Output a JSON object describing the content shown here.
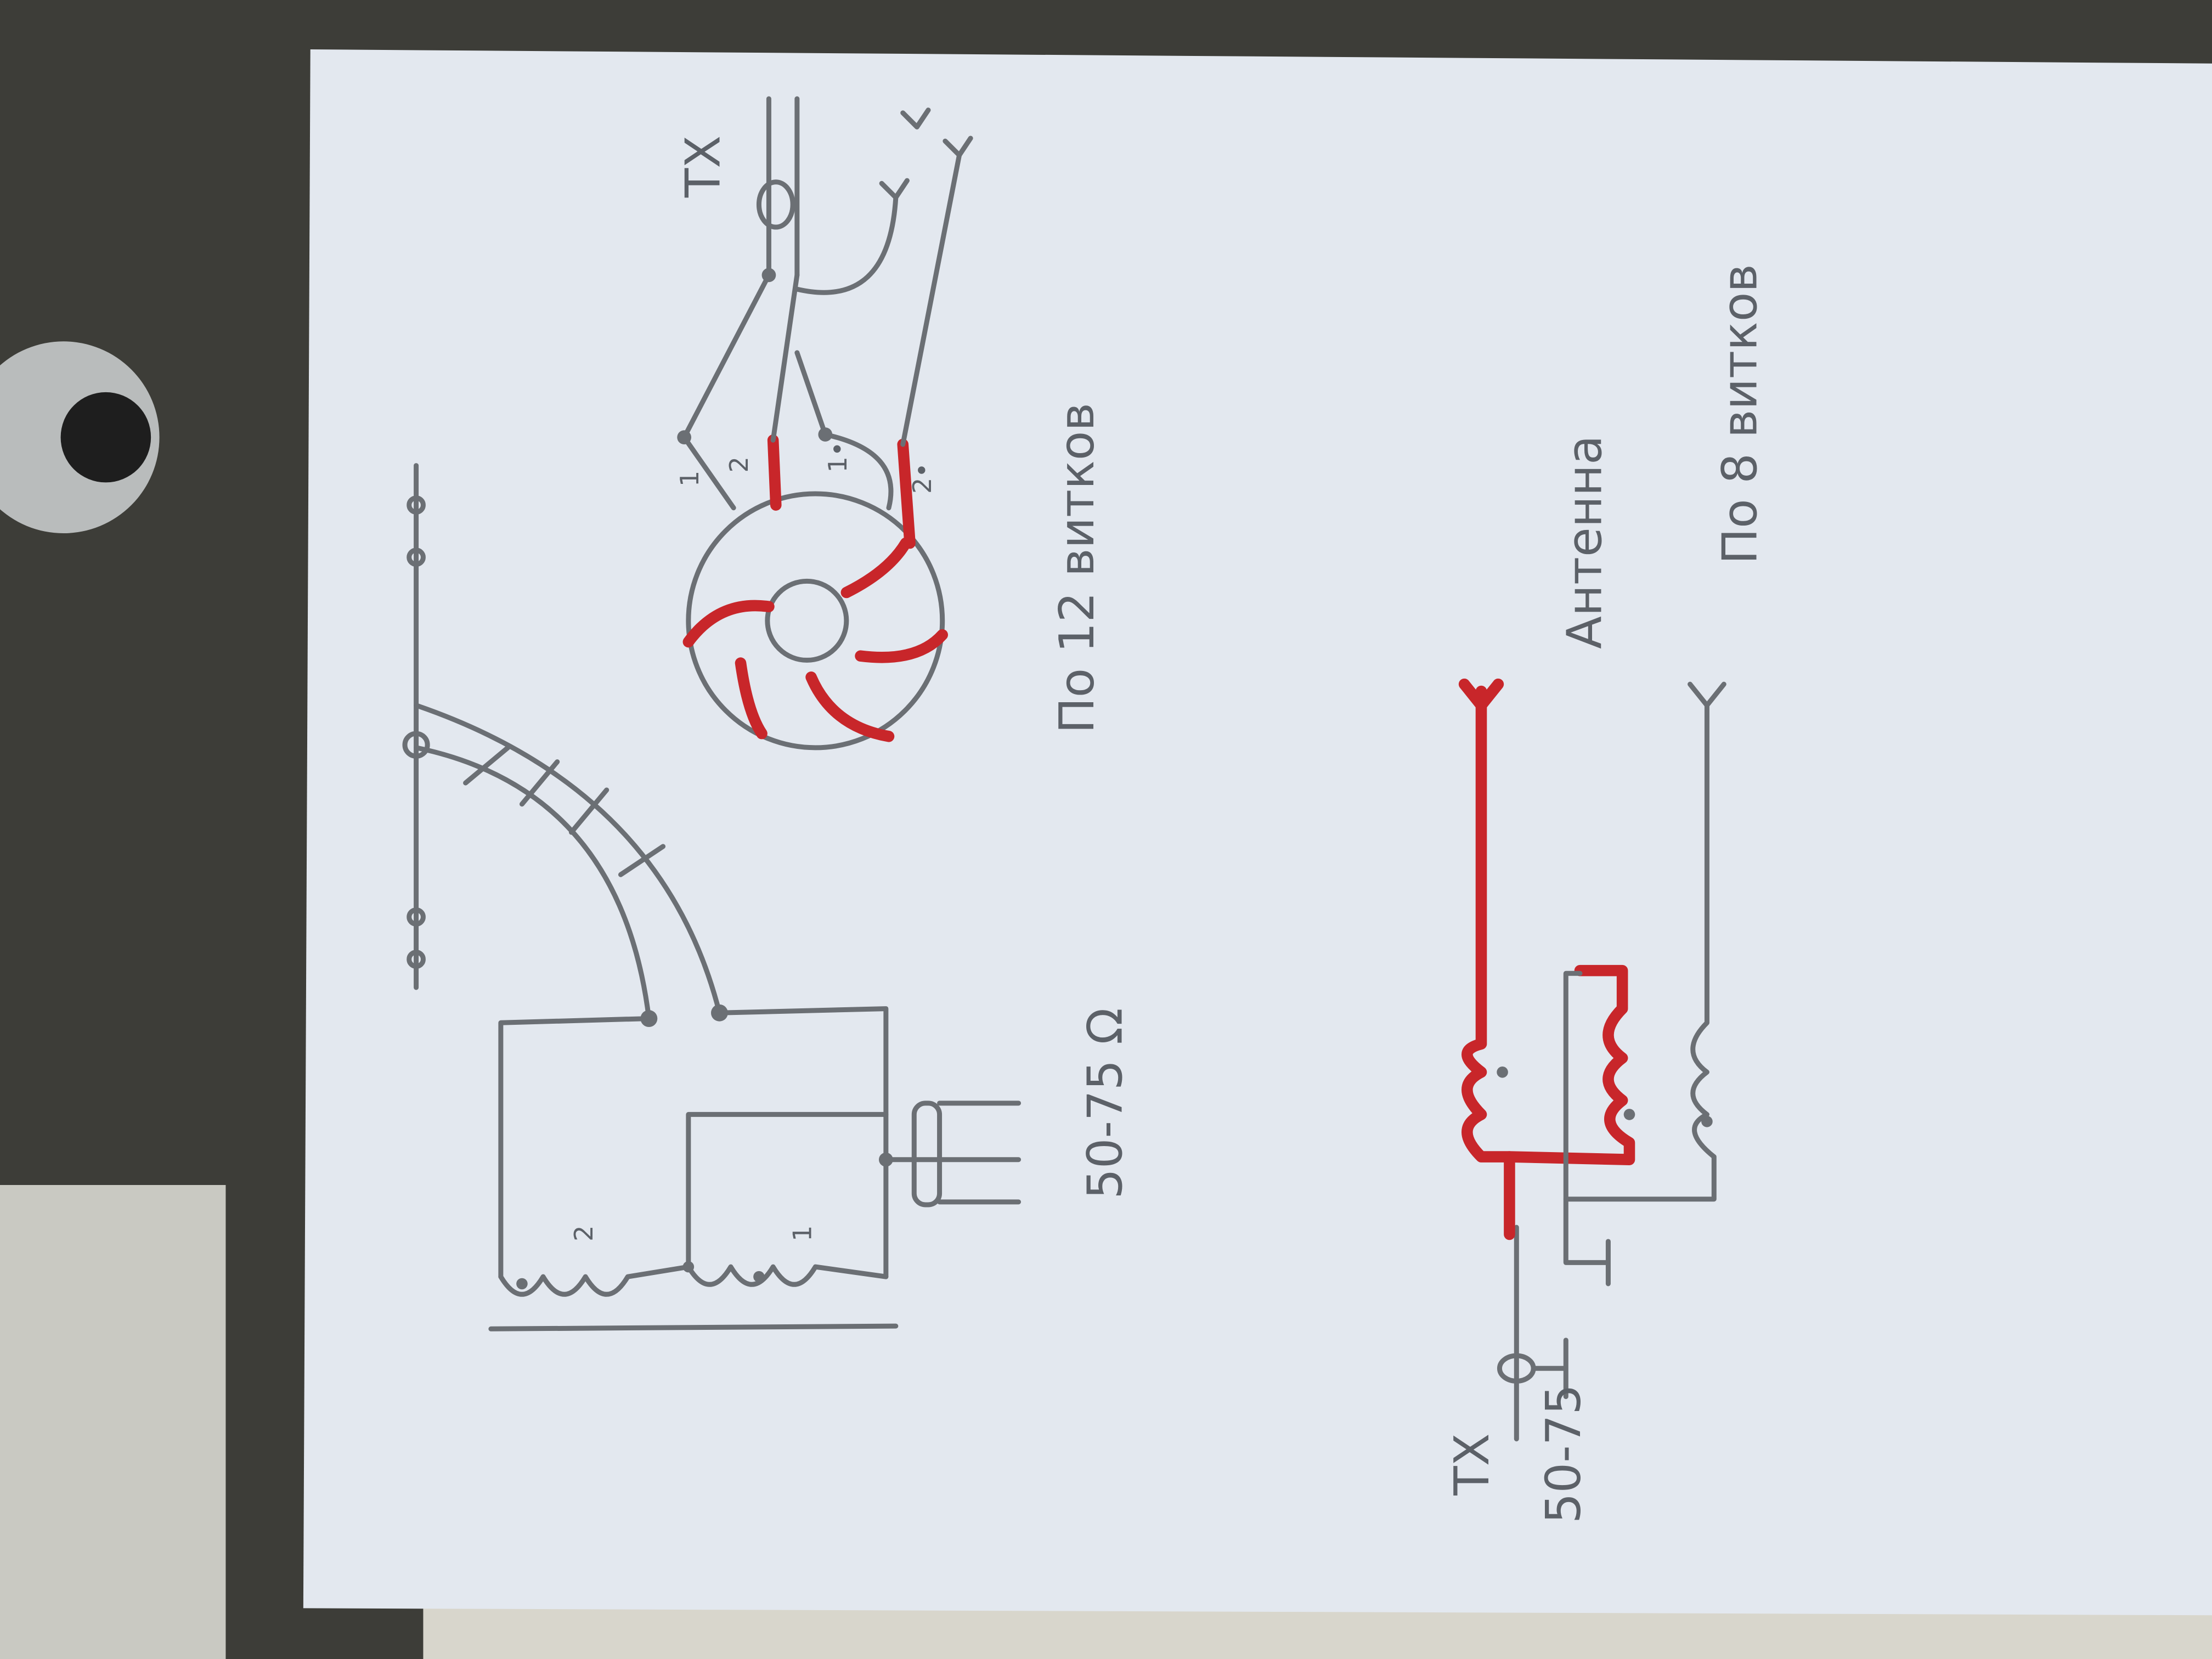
{
  "colors": {
    "paper": "#e6eaf0",
    "pencil": "#6b6f74",
    "red_marker": "#c8262a",
    "background": "#3b3b36"
  },
  "top_diagram": {
    "tx_label": "TX",
    "turns_note": "По 12 витков",
    "impedance_label": "50-75 Ω",
    "terminal_labels": [
      "1",
      "2",
      "1•",
      "2•"
    ],
    "coil_labels": [
      "2",
      "1"
    ]
  },
  "bottom_diagram": {
    "tx_label": "TX",
    "impedance_label": "50-75",
    "antenna_label": "Антенна",
    "turns_note": "По 8 витков"
  }
}
